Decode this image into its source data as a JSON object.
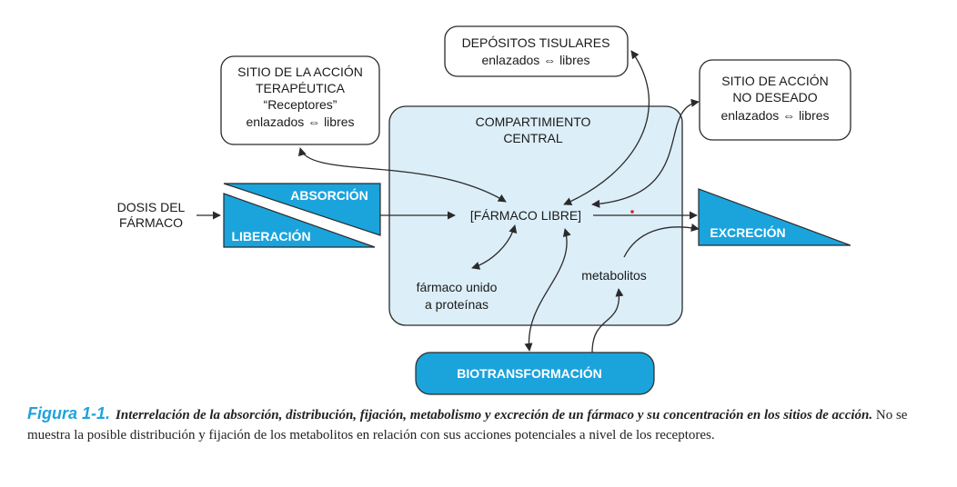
{
  "colors": {
    "accent_blue": "#1ba3dc",
    "central_fill": "#dceef8",
    "line": "#2a2a2a",
    "caption_blue": "#1fa3dc"
  },
  "diagram": {
    "dosis_line1": "DOSIS DEL",
    "dosis_line2": "FÁRMACO",
    "absorcion": "ABSORCIÓN",
    "liberacion": "LIBERACIÓN",
    "sitio_terapeutica_line1": "SITIO DE LA ACCIÓN",
    "sitio_terapeutica_line2": "TERAPÉUTICA",
    "sitio_terapeutica_line3": "“Receptores”",
    "sitio_terapeutica_line4": "enlazados ⇔ libres",
    "depositos_line1": "DEPÓSITOS TISULARES",
    "depositos_line2": "enlazados ⇔ libres",
    "no_deseado_line1": "SITIO DE ACCIÓN",
    "no_deseado_line2": "NO DESEADO",
    "no_deseado_line3": "enlazados ⇔ libres",
    "central_line1": "COMPARTIMIENTO",
    "central_line2": "CENTRAL",
    "farmaco_libre": "[FÁRMACO LIBRE]",
    "unido_line1": "fármaco unido",
    "unido_line2": "a proteínas",
    "metabolitos": "metabolitos",
    "excrecion": "EXCRECIÓN",
    "biotransformacion": "BIOTRANSFORMACIÓN"
  },
  "caption": {
    "label": "Figura 1-1.",
    "bold_text": "Interrelación de la absorción, distribución, fijación, metabolismo y excreción de un fármaco y su concentración en los sitios de acción.",
    "plain_text": " No se muestra la posible distribución y fijación de los metabolitos en relación con sus acciones potenciales a nivel de los receptores."
  }
}
